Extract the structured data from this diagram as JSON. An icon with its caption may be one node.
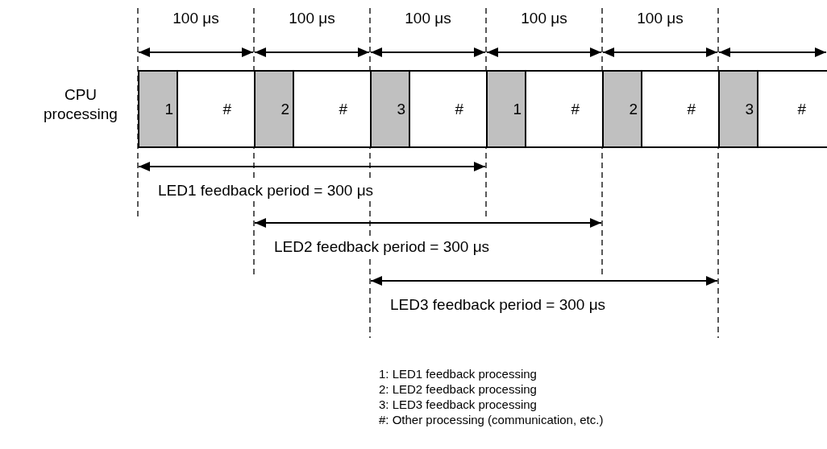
{
  "diagram": {
    "nodes": [
      {
        "text": [
          "1"
        ]
      },
      {
        "text": [
          "#"
        ]
      },
      {
        "text": [
          "2"
        ]
      },
      {
        "text": [
          "#"
        ]
      },
      {
        "text": [
          "3"
        ]
      },
      {
        "text": [
          "#"
        ]
      },
      {
        "text": [
          "1"
        ]
      },
      {
        "text": [
          "#"
        ]
      },
      {
        "text": [
          "2"
        ]
      },
      {
        "text": [
          "#"
        ]
      },
      {
        "text": [
          "3"
        ]
      },
      {
        "text": [
          "#"
        ]
      }
    ],
    "labels": [
      "100 μs",
      "100 μs",
      "100 μs",
      "100 μs",
      "100 μs",
      "CPU processing",
      "LED1 feedback period = 300 μs",
      "LED2 feedback period = 300 μs",
      "LED3 feedback period = 300 μs",
      "1: LED1 feedback processing",
      "2: LED2 feedback processing",
      "3: LED3 feedback processing",
      "#: Other processing (communication, etc.)"
    ]
  }
}
